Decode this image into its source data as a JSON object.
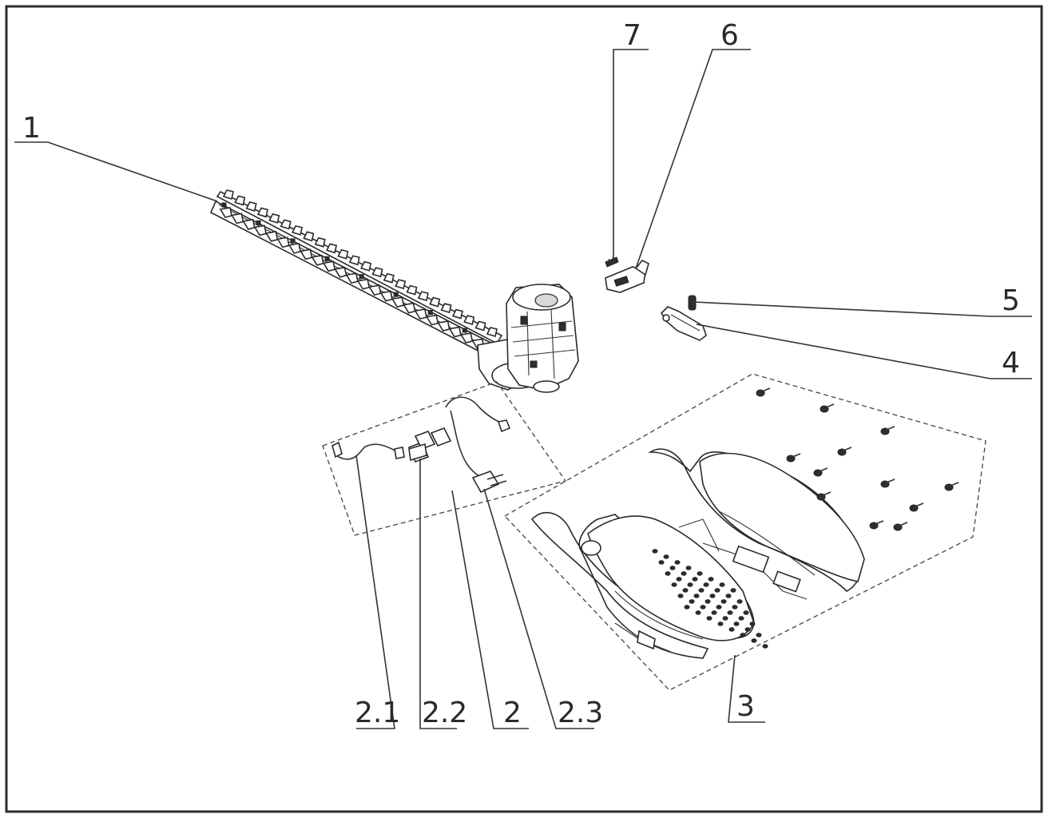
{
  "callouts": {
    "c1": "1",
    "c2": "2",
    "c2_1": "2.1",
    "c2_2": "2.2",
    "c2_3": "2.3",
    "c3": "3",
    "c4": "4",
    "c5": "5",
    "c6": "6",
    "c7": "7"
  }
}
